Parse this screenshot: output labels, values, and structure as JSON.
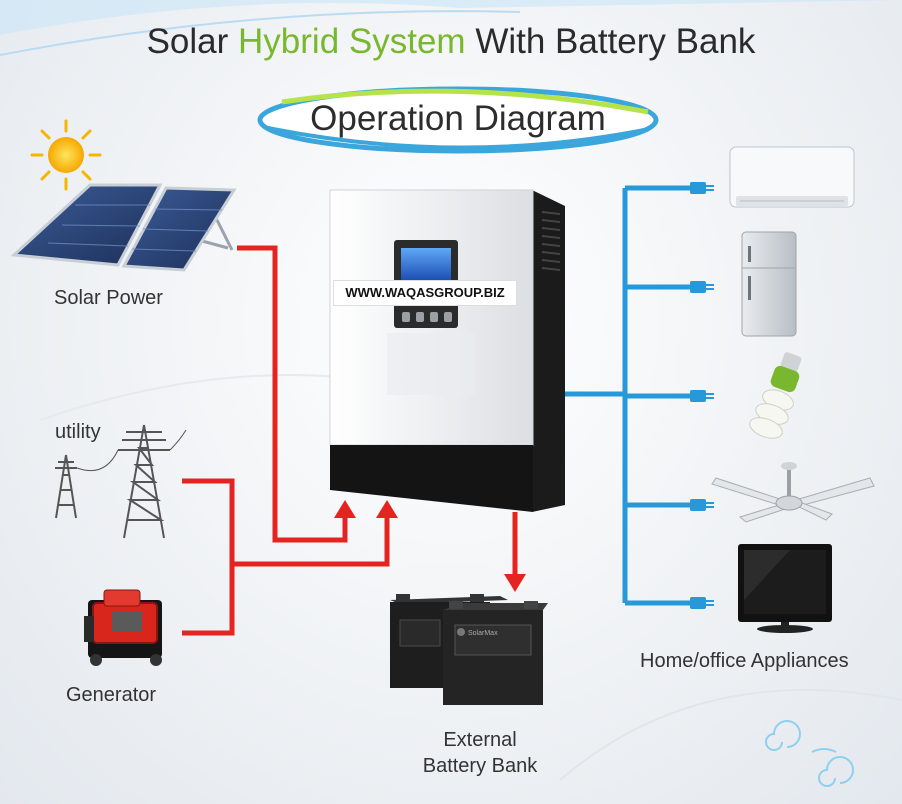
{
  "header": {
    "title_part1": "Solar",
    "title_part2": "Hybrid System",
    "title_part3": "With Battery Bank",
    "subtitle": "Operation Diagram"
  },
  "colors": {
    "highlight_green": "#79b82e",
    "power_line_red": "#e52421",
    "output_line_blue": "#2899d8",
    "ring_blue": "#3aa6dc",
    "ring_green": "#b6e24a"
  },
  "inverter": {
    "watermark": "WWW.WAQASGROUP.BIZ"
  },
  "sources": {
    "solar_label": "Solar Power",
    "utility_label": "utility",
    "generator_label": "Generator"
  },
  "battery": {
    "label_line1": "External",
    "label_line2": "Battery Bank",
    "brand": "SolarMax"
  },
  "appliances": {
    "label": "Home/office Appliances",
    "items": [
      "air-conditioner",
      "refrigerator",
      "light-bulb",
      "ceiling-fan",
      "television"
    ]
  }
}
